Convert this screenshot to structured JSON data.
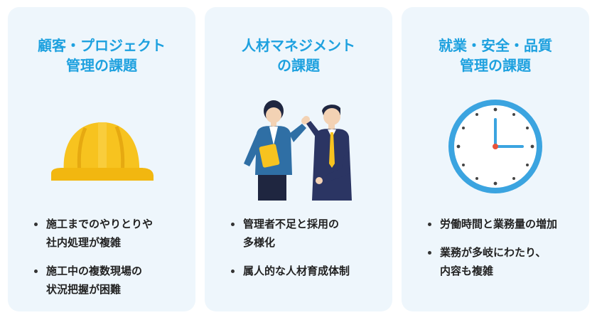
{
  "cards": [
    {
      "title_lines": [
        "顧客・プロジェクト",
        "管理の課題"
      ],
      "illustration": "hard-hat",
      "points": [
        [
          "施工までのやりとりや",
          "社内処理が複雑"
        ],
        [
          "施工中の複数現場の",
          "状況把握が困難"
        ]
      ]
    },
    {
      "title_lines": [
        "人材マネジメント",
        "の課題"
      ],
      "illustration": "two-business-people-talking",
      "points": [
        [
          "管理者不足と採用の",
          "多様化"
        ],
        [
          "属人的な人材育成体制"
        ]
      ]
    },
    {
      "title_lines": [
        "就業・安全・品質",
        "管理の課題"
      ],
      "illustration": "wall-clock",
      "points": [
        [
          "労働時間と業務量の増加"
        ],
        [
          "業務が多岐にわたり、",
          "内容も複雑"
        ]
      ]
    }
  ],
  "colors": {
    "card_bg": "#eef6fc",
    "title": "#1ea1df",
    "helmet": "#f7c31f",
    "clock": "#3ba4e0",
    "suit_navy": "#2b3563",
    "suit_blue": "#2f6fa5"
  }
}
